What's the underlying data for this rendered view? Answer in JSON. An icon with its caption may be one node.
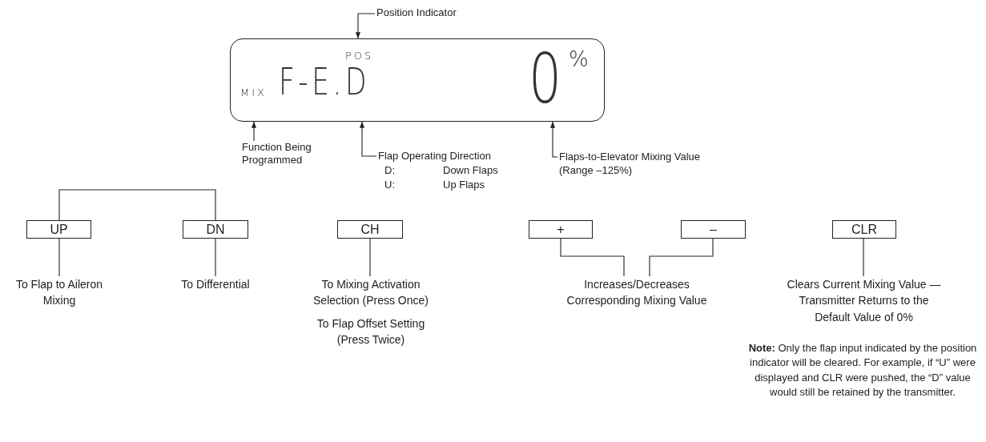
{
  "diagram": {
    "nodes": [
      {
        "text": [
          "POS",
          "MIX",
          "F-E.D",
          "0",
          "%"
        ]
      },
      {
        "text": [
          "Position Indicator"
        ]
      },
      {
        "text": [
          "Function Being Programmed"
        ]
      },
      {
        "text": [
          "Flap Operating Direction",
          "D:",
          "Down Flaps",
          "U:",
          "Up Flaps"
        ]
      },
      {
        "text": [
          "Flaps-to-Elevator Mixing Value",
          "(Range –125%)"
        ]
      },
      {
        "text": [
          "UP"
        ]
      },
      {
        "text": [
          "DN"
        ]
      },
      {
        "text": [
          "CH"
        ]
      },
      {
        "text": [
          "+"
        ]
      },
      {
        "text": [
          "–"
        ]
      },
      {
        "text": [
          "CLR"
        ]
      },
      {
        "text": [
          "To Flap to Aileron Mixing"
        ]
      },
      {
        "text": [
          "To Differential"
        ]
      },
      {
        "text": [
          "To Mixing Activation Selection  (Press Once)",
          "To Flap Offset Setting (Press Twice)"
        ]
      },
      {
        "text": [
          "Increases/Decreases Corresponding Mixing Value"
        ]
      },
      {
        "text": [
          "Clears Current Mixing Value — Transmitter Returns to the Default Value of 0%"
        ]
      }
    ],
    "edges": [
      {
        "from": 1,
        "to": 0,
        "arrow": "to"
      },
      {
        "from": 2,
        "to": 0,
        "arrow": "to"
      },
      {
        "from": 3,
        "to": 0,
        "arrow": "to"
      },
      {
        "from": 4,
        "to": 0,
        "arrow": "to"
      },
      {
        "from": 5,
        "to": 6,
        "arrow": "none"
      },
      {
        "from": 5,
        "to": 11,
        "arrow": "none"
      },
      {
        "from": 6,
        "to": 12,
        "arrow": "none"
      },
      {
        "from": 7,
        "to": 13,
        "arrow": "none"
      },
      {
        "from": 8,
        "to": 14,
        "arrow": "none"
      },
      {
        "from": 9,
        "to": 14,
        "arrow": "none"
      },
      {
        "from": 10,
        "to": 15,
        "arrow": "none"
      }
    ],
    "labels": [
      "**Note:** Only the flap input indicated by the position indicator will be cleared. For example, if “U” were displayed and CLR were pushed, the “D” value would still be retained by the transmitter."
    ]
  }
}
